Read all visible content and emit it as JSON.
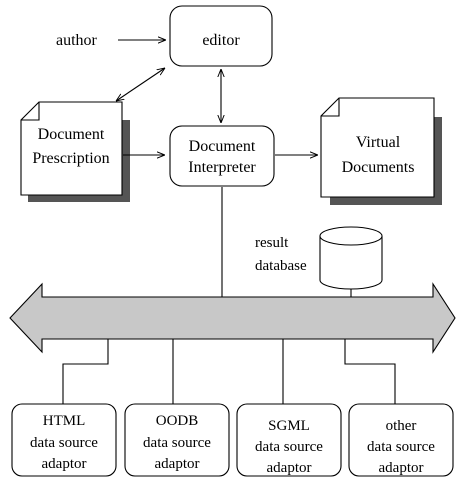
{
  "nodes": {
    "author": "author",
    "editor": "editor",
    "document_prescription": [
      "Document",
      "Prescription"
    ],
    "document_interpreter": [
      "Document",
      "Interpreter"
    ],
    "virtual_documents": [
      "Virtual",
      "Documents"
    ],
    "result_database": [
      "result",
      "database"
    ],
    "adaptors": [
      {
        "lines": [
          "HTML",
          "data source",
          "adaptor"
        ]
      },
      {
        "lines": [
          "OODB",
          "data source",
          "adaptor"
        ]
      },
      {
        "lines": [
          "SGML",
          "data source",
          "adaptor"
        ]
      },
      {
        "lines": [
          "other",
          "data source",
          "adaptor"
        ]
      }
    ]
  },
  "colors": {
    "bus_fill": "#c8c8c8",
    "shadow": "#555555",
    "stroke": "#000000",
    "background": "#ffffff"
  }
}
